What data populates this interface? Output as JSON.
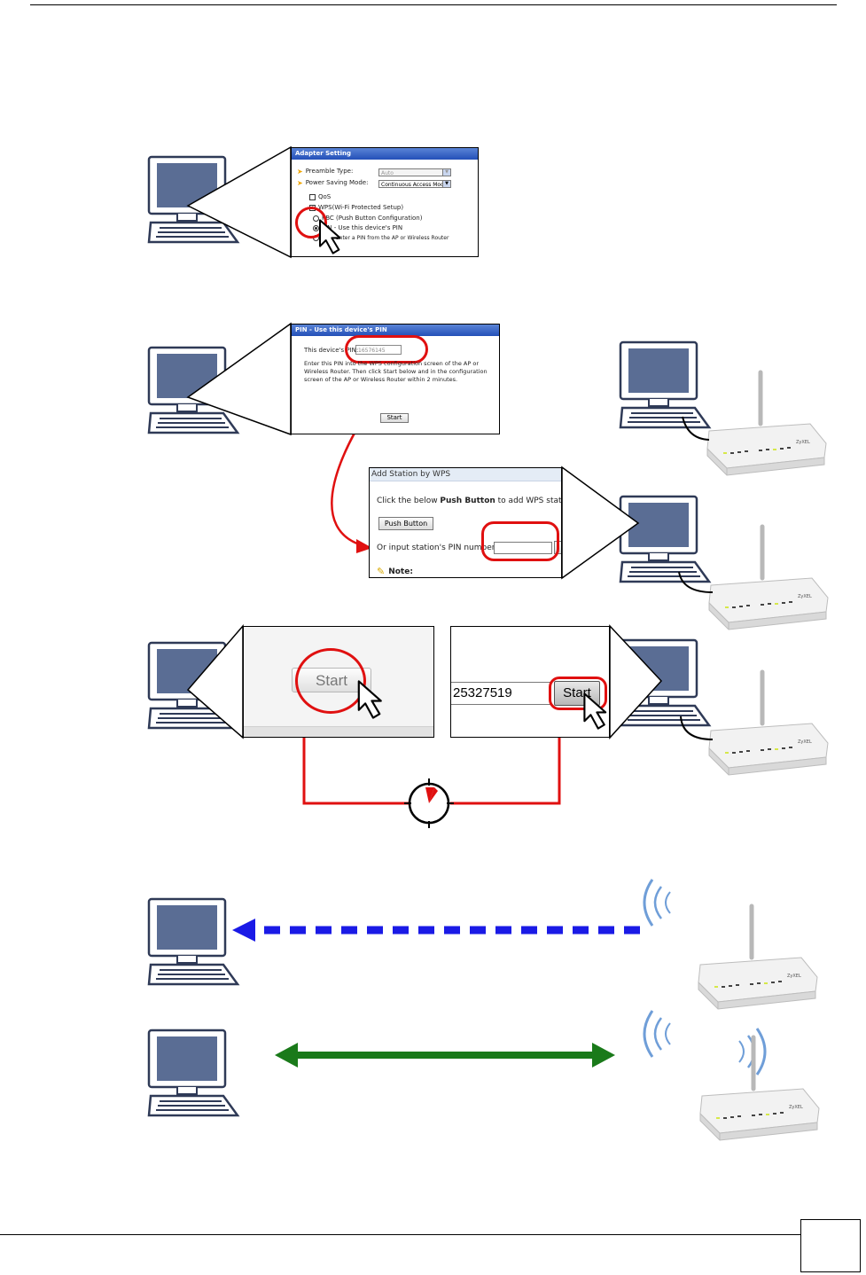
{
  "adapter_panel": {
    "title": "Adapter Setting",
    "preamble_label": "Preamble Type:",
    "preamble_value": "Auto",
    "power_label": "Power Saving Mode:",
    "power_value": "Continuous Access Mode",
    "qos_label": "QoS",
    "wps_label": "WPS(Wi-Fi Protected Setup)",
    "pbc_label": "PBC (Push Button Configuration)",
    "pin_label": "PIN - Use this device's PIN",
    "pin_enter_label": "PIN - Enter a PIN from the AP or Wireless Router"
  },
  "pin_panel": {
    "title": "PIN - Use this device's PIN",
    "pin_label": "This device's PIN:",
    "pin_value": "16576145",
    "instructions": "Enter this PIN into the WPS configuration screen of the AP or Wireless Router. Then click Start below and in the configuration screen of the AP or Wireless Router within 2 minutes.",
    "start_label": "Start"
  },
  "wps_panel": {
    "title": "Add Station by WPS",
    "line1_a": "Click the below ",
    "line1_b": "Push Button",
    "line1_c": " to add WPS stations",
    "push_label": "Push Button",
    "pin_prompt": "Or input station's PIN number:",
    "note_label": "Note:"
  },
  "zoom_left": {
    "start_label": "Start"
  },
  "zoom_right": {
    "pin_value": "25327519",
    "start_label": "Start"
  },
  "colors": {
    "circle": "#e01010",
    "blue_arrow": "#1a1ae6",
    "green_arrow": "#1a7a1a",
    "screen": "#5a6d94"
  }
}
